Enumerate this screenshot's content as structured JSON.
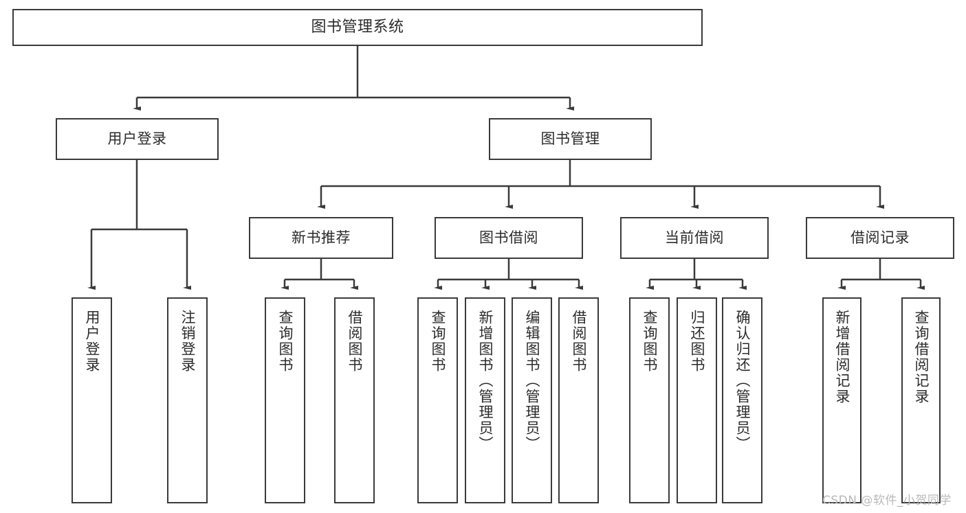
{
  "diagram": {
    "title": "图书管理系统",
    "type": "tree",
    "root": {
      "id": "root",
      "label": "图书管理系统",
      "orientation": "horizontal"
    },
    "level1": [
      {
        "id": "user-login",
        "label": "用户登录",
        "orientation": "horizontal"
      },
      {
        "id": "book-manage",
        "label": "图书管理",
        "orientation": "horizontal"
      }
    ],
    "level2": [
      {
        "id": "new-book-recommend",
        "label": "新书推荐",
        "parent": "book-manage",
        "orientation": "horizontal"
      },
      {
        "id": "book-borrow",
        "label": "图书借阅",
        "parent": "book-manage",
        "orientation": "horizontal"
      },
      {
        "id": "current-borrow",
        "label": "当前借阅",
        "parent": "book-manage",
        "orientation": "horizontal"
      },
      {
        "id": "borrow-record",
        "label": "借阅记录",
        "parent": "book-manage",
        "orientation": "horizontal"
      }
    ],
    "leaves": [
      {
        "id": "leaf-user-login",
        "label": "用户登录",
        "parent": "user-login",
        "orientation": "vertical"
      },
      {
        "id": "leaf-user-logout",
        "label": "注销登录",
        "parent": "user-login",
        "orientation": "vertical"
      },
      {
        "id": "leaf-query-book-1",
        "label": "查询图书",
        "parent": "new-book-recommend",
        "orientation": "vertical"
      },
      {
        "id": "leaf-borrow-book-1",
        "label": "借阅图书",
        "parent": "new-book-recommend",
        "orientation": "vertical"
      },
      {
        "id": "leaf-query-book-2",
        "label": "查询图书",
        "parent": "book-borrow",
        "orientation": "vertical"
      },
      {
        "id": "leaf-add-book",
        "label": "新增图书（管理员）",
        "parent": "book-borrow",
        "orientation": "vertical"
      },
      {
        "id": "leaf-edit-book",
        "label": "编辑图书（管理员）",
        "parent": "book-borrow",
        "orientation": "vertical"
      },
      {
        "id": "leaf-borrow-book-2",
        "label": "借阅图书",
        "parent": "book-borrow",
        "orientation": "vertical"
      },
      {
        "id": "leaf-query-book-3",
        "label": "查询图书",
        "parent": "current-borrow",
        "orientation": "vertical"
      },
      {
        "id": "leaf-return-book",
        "label": "归还图书",
        "parent": "current-borrow",
        "orientation": "vertical"
      },
      {
        "id": "leaf-confirm-return",
        "label": "确认归还（管理员）",
        "parent": "current-borrow",
        "orientation": "vertical"
      },
      {
        "id": "leaf-add-record",
        "label": "新增借阅记录",
        "parent": "borrow-record",
        "orientation": "vertical"
      },
      {
        "id": "leaf-query-record",
        "label": "查询借阅记录",
        "parent": "borrow-record",
        "orientation": "vertical"
      }
    ],
    "watermark": "CSDN @软件_小贺同学",
    "colors": {
      "stroke": "#3a3a3a",
      "background": "#ffffff",
      "text": "#2b2b2b",
      "watermark": "#b9b9b9"
    }
  }
}
